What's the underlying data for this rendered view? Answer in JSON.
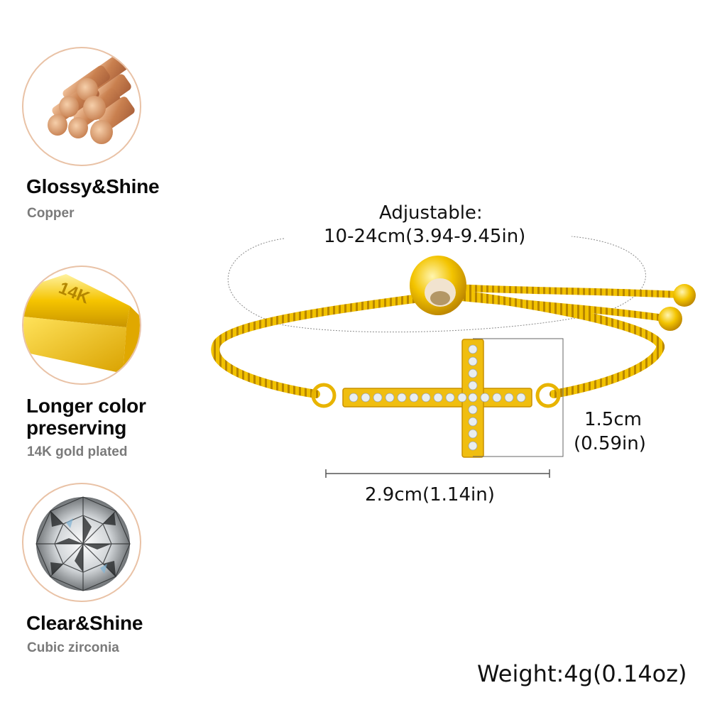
{
  "features": [
    {
      "title": "Glossy&Shine",
      "subtitle": "Copper",
      "icon": "copper-rods-icon"
    },
    {
      "title_line1": "Longer color",
      "title_line2": "preserving",
      "subtitle": "14K gold plated",
      "icon": "gold-bar-icon",
      "bar_engraving": "14K"
    },
    {
      "title": "Clear&Shine",
      "subtitle": "Cubic zirconia",
      "icon": "diamond-icon"
    }
  ],
  "product": {
    "name": "cross-bracelet",
    "adjustable_label": "Adjustable:",
    "adjustable_range": "10-24cm(3.94-9.45in)",
    "height_cm": "1.5cm",
    "height_in": "(0.59in)",
    "width_label": "2.9cm(1.14in)",
    "weight_label": "Weight:4g(0.14oz)"
  },
  "colors": {
    "gold": "#f2c200",
    "gold_dark": "#c98f00",
    "copper": "#d9925f",
    "badge_border": "#e9c2a6",
    "title_text": "#0a0a0a",
    "sub_text": "#7a7a7a"
  }
}
